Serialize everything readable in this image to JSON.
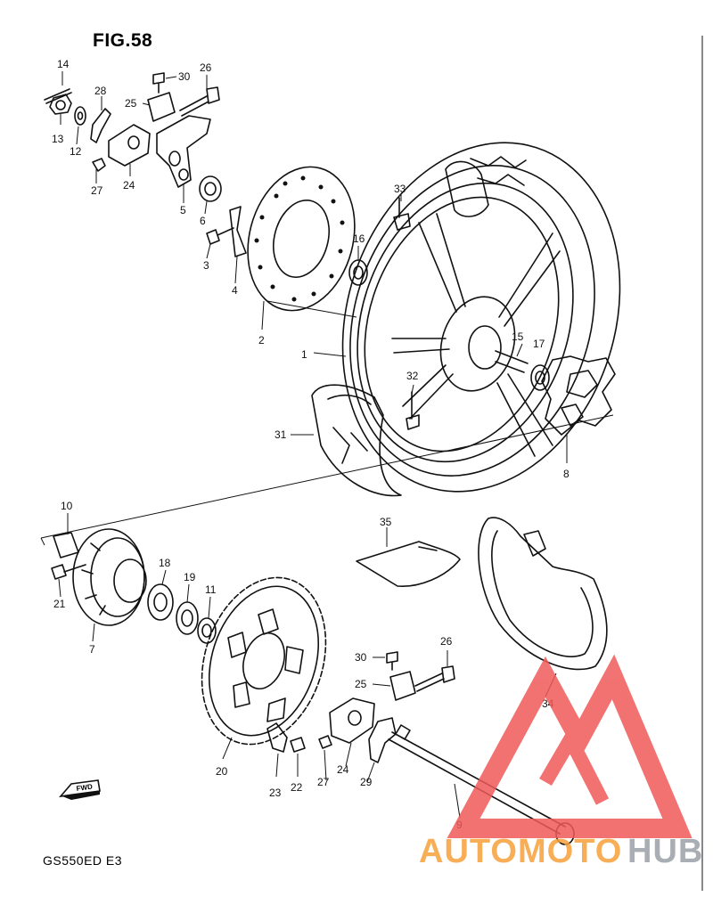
{
  "figure": {
    "title": "FIG.58",
    "model_code": "GS550ED E3"
  },
  "callouts": [
    "1",
    "2",
    "3",
    "4",
    "5",
    "6",
    "7",
    "8",
    "9",
    "10",
    "11",
    "12",
    "13",
    "14",
    "15",
    "16",
    "17",
    "18",
    "19",
    "20",
    "21",
    "22",
    "23",
    "24",
    "24",
    "25",
    "25",
    "26",
    "26",
    "27",
    "27",
    "28",
    "29",
    "30",
    "30",
    "31",
    "32",
    "33",
    "34",
    "35"
  ],
  "fwd_label": "FWD",
  "watermark": {
    "text_a": "AUTOMOTO",
    "text_b": "HUB",
    "color_red": "#f05a5a",
    "color_orange": "#f6a13a",
    "color_gray": "#9aa0a6"
  }
}
